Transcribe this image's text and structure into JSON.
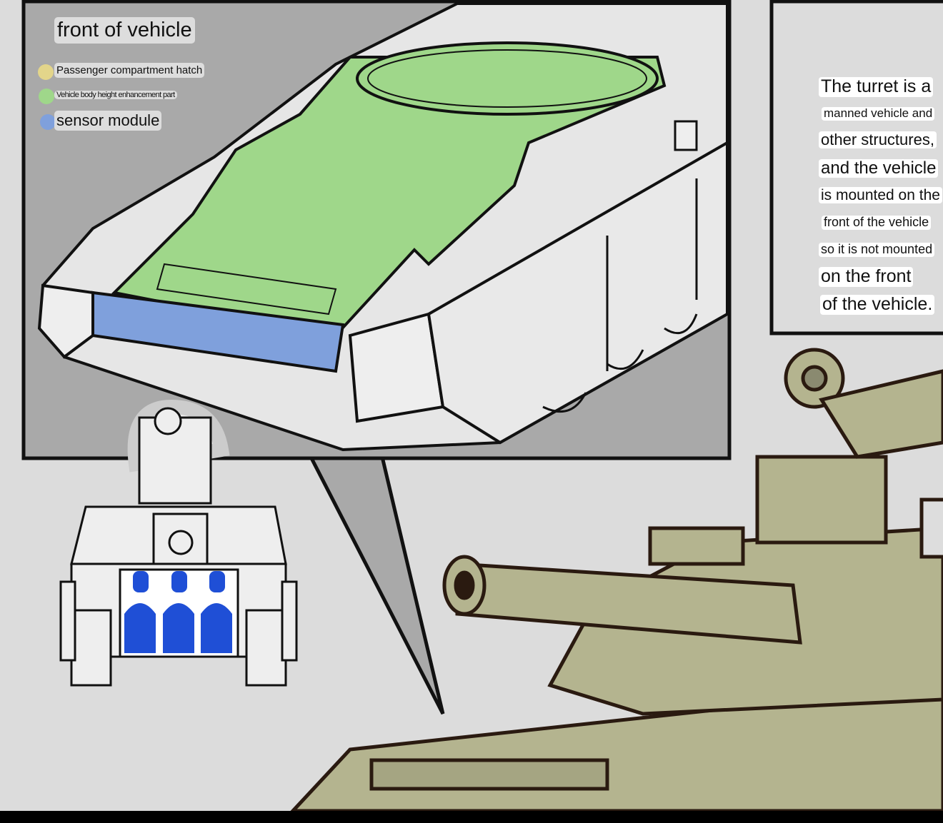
{
  "legend": {
    "title": "front of vehicle",
    "items": [
      {
        "label": "Passenger compartment hatch",
        "color": "#e3d58a"
      },
      {
        "label": "Vehicle body height enhancement part",
        "color": "#9fd78a"
      },
      {
        "label": "sensor module",
        "color": "#7fa0dc"
      }
    ]
  },
  "caption": {
    "lines": [
      "The turret is a",
      "manned vehicle and",
      "other structures,",
      "and the vehicle",
      "is mounted on the",
      "front of the vehicle",
      "so it is not mounted",
      "on the front",
      "of the vehicle."
    ]
  },
  "colors": {
    "background": "#dcdcdc",
    "panel": "#a9a9a9",
    "hull_green": "#9fd78a",
    "sensor_blue": "#7fa0dc",
    "tank_olive": "#b4b48f",
    "passenger_blue": "#1f4fd6"
  }
}
